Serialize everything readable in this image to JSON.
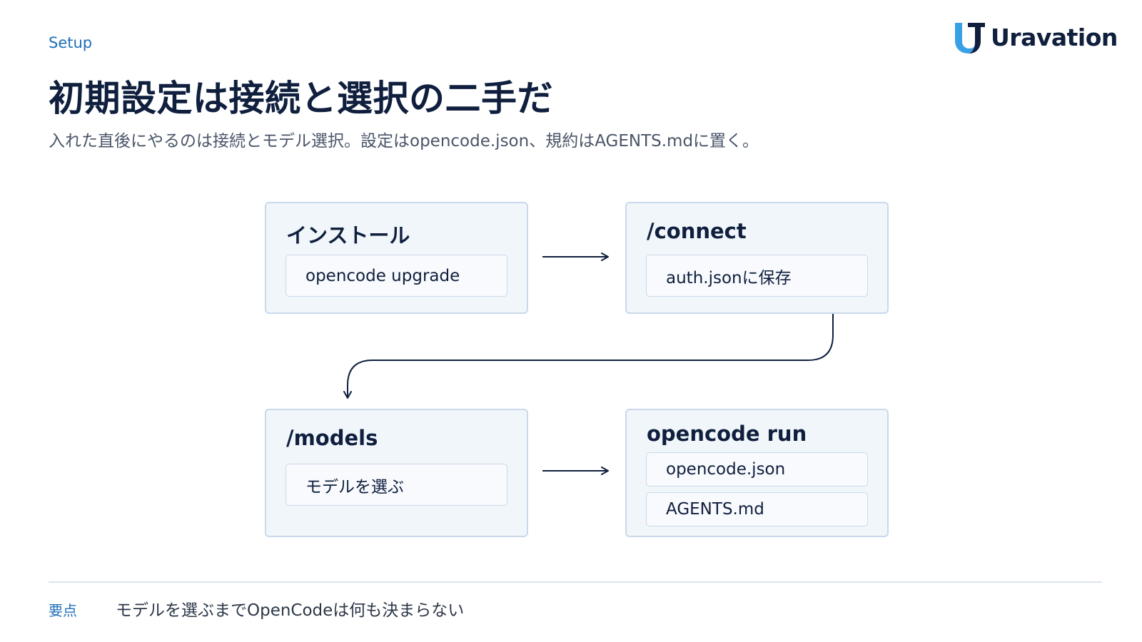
{
  "header": {
    "section_label": "Setup",
    "brand_name": "Uravation",
    "title": "初期設定は接続と選択の二手だ",
    "subtitle": "入れた直後にやるのは接続とモデル選択。設定はopencode.json、規約はAGENTS.mdに置く。"
  },
  "diagram": {
    "steps": [
      {
        "title": "インストール",
        "items": [
          "opencode upgrade"
        ]
      },
      {
        "title": "/connect",
        "items": [
          "auth.jsonに保存"
        ]
      },
      {
        "title": "/models",
        "items": [
          "モデルを選ぶ"
        ]
      },
      {
        "title": "opencode run",
        "items": [
          "opencode.json",
          "AGENTS.md"
        ]
      }
    ]
  },
  "footer": {
    "label": "要点",
    "text": "モデルを選ぶまでOpenCodeは何も決まらない"
  },
  "colors": {
    "accent": "#1f6fb8",
    "title": "#0f1f3d",
    "card_bg": "#f1f6fb",
    "card_border": "#c9d9eb",
    "arrow": "#0f1f3d",
    "logo_light": "#3aa0e6",
    "logo_dark": "#0f1f3d"
  },
  "icons": {
    "logo": "uravation-logo-icon",
    "arrow": "arrow-right-icon"
  }
}
